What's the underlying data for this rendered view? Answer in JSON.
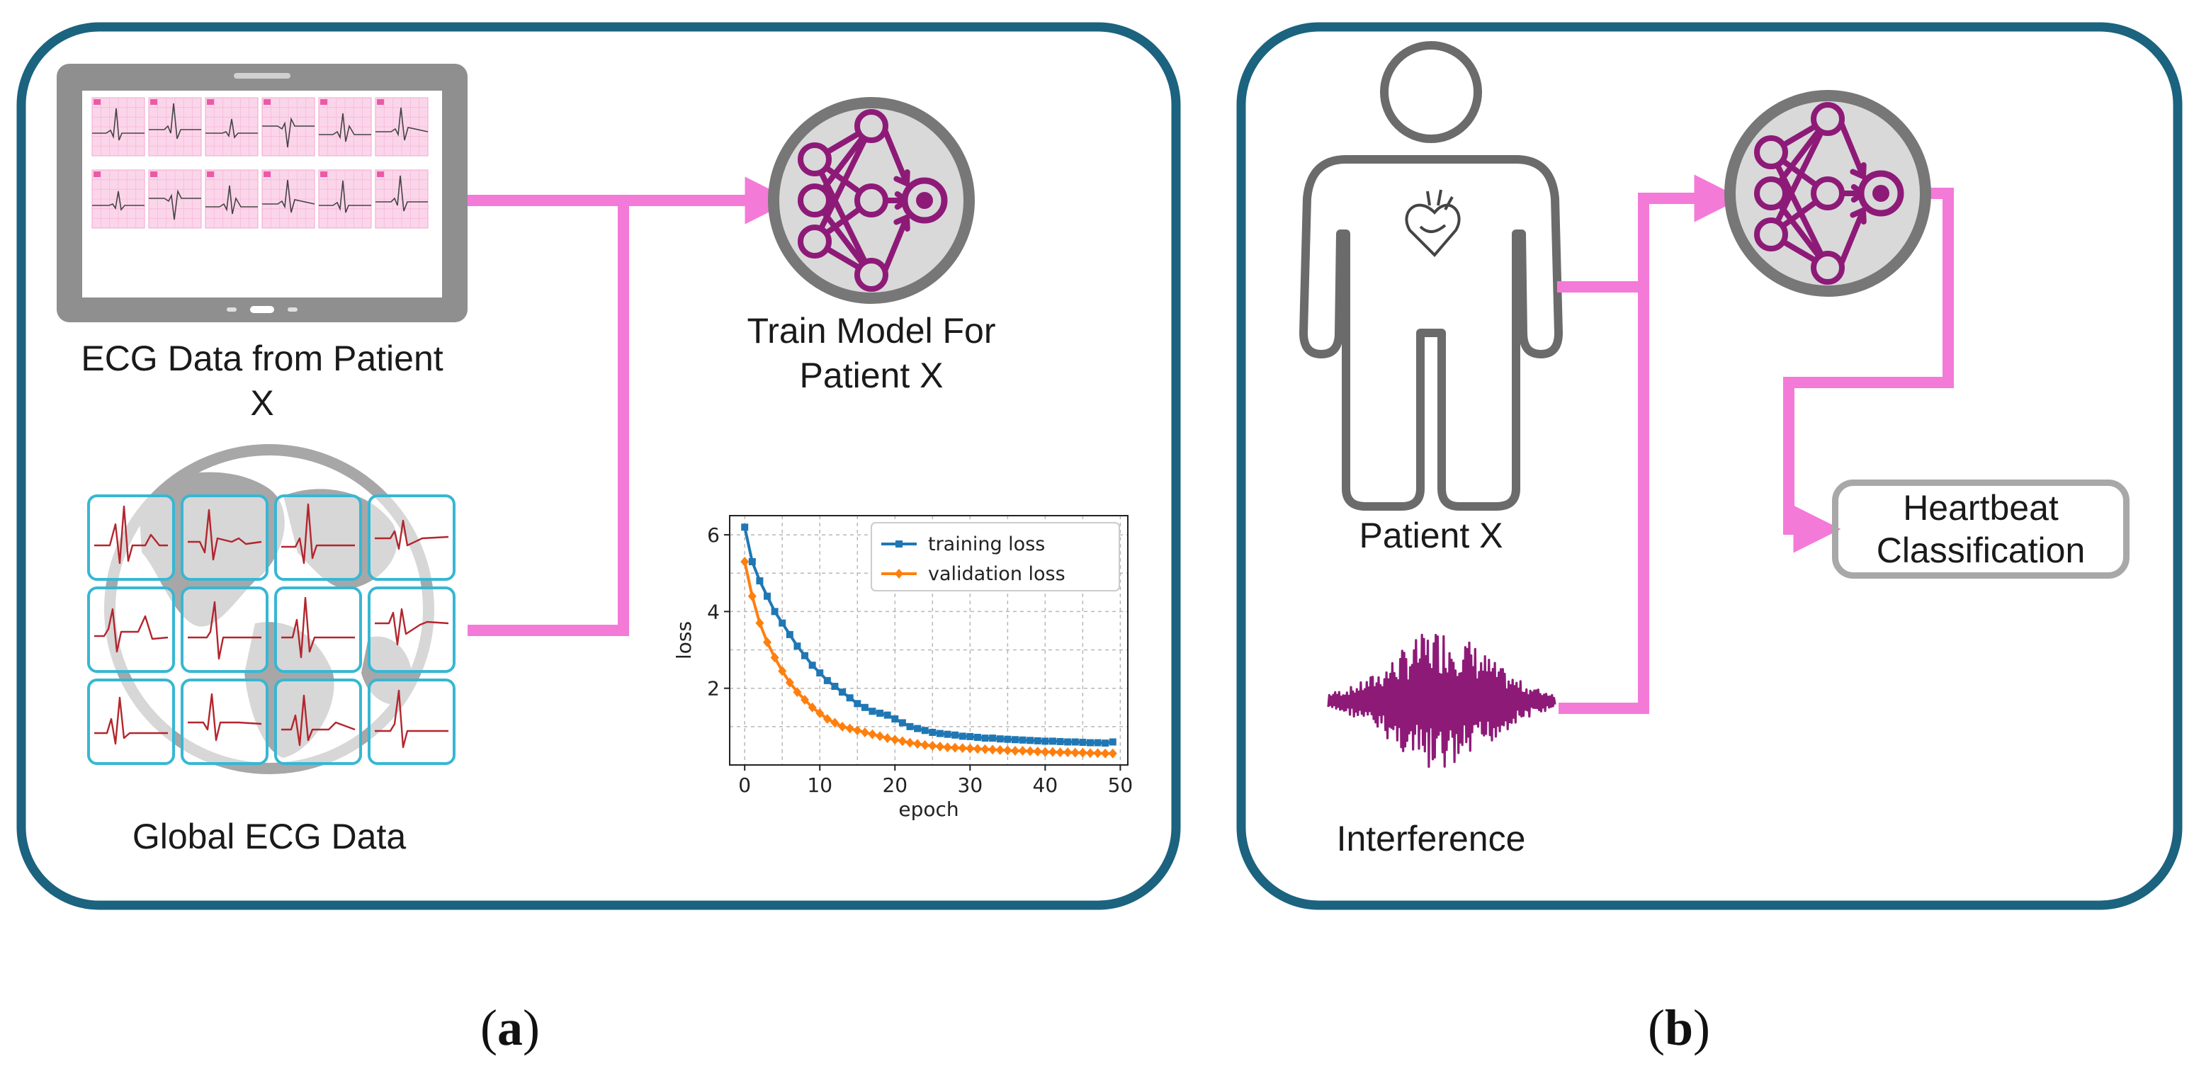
{
  "panel_a": {
    "ecg_patient_label": "ECG Data from Patient X",
    "global_label": "Global ECG Data",
    "train_label": "Train Model For Patient X",
    "caption_open": "(",
    "caption_letter": "a",
    "caption_close": ")"
  },
  "panel_b": {
    "patient_label": "Patient X",
    "interference_label": "Interference",
    "heartbeat_label": "Heartbeat Classification",
    "caption_open": "(",
    "caption_letter": "b",
    "caption_close": ")"
  },
  "icons": [
    "tablet-icon",
    "globe-icon",
    "neural-network-icon",
    "person-icon",
    "heart-icon",
    "waveform-icon"
  ],
  "colors": {
    "panel_border": "#1b637f",
    "arrow": "#f47ad8",
    "nn_icon": "#8e1a78",
    "ecg_trace": "#b3262e",
    "ecg_tile_border": "#37b7d3",
    "globe": "#a7a7a7",
    "training_loss": "#1f77b4",
    "validation_loss": "#ff7f0e"
  },
  "chart_data": {
    "type": "line",
    "xlabel": "epoch",
    "ylabel": "loss",
    "xlim": [
      -2,
      51
    ],
    "ylim": [
      0,
      6.5
    ],
    "xticks": [
      0,
      10,
      20,
      30,
      40,
      50
    ],
    "yticks": [
      2,
      4,
      6
    ],
    "grid": true,
    "legend": "top-right",
    "x": [
      0,
      1,
      2,
      3,
      4,
      5,
      6,
      7,
      8,
      9,
      10,
      11,
      12,
      13,
      14,
      15,
      16,
      17,
      18,
      19,
      20,
      21,
      22,
      23,
      24,
      25,
      26,
      27,
      28,
      29,
      30,
      31,
      32,
      33,
      34,
      35,
      36,
      37,
      38,
      39,
      40,
      41,
      42,
      43,
      44,
      45,
      46,
      47,
      48,
      49
    ],
    "series": [
      {
        "name": "training loss",
        "values": [
          6.2,
          5.3,
          4.8,
          4.4,
          4.0,
          3.7,
          3.4,
          3.1,
          2.85,
          2.6,
          2.4,
          2.2,
          2.05,
          1.9,
          1.75,
          1.6,
          1.5,
          1.4,
          1.35,
          1.3,
          1.2,
          1.1,
          1.0,
          0.95,
          0.9,
          0.85,
          0.82,
          0.8,
          0.78,
          0.75,
          0.74,
          0.72,
          0.7,
          0.7,
          0.68,
          0.67,
          0.66,
          0.65,
          0.64,
          0.63,
          0.62,
          0.62,
          0.61,
          0.6,
          0.6,
          0.59,
          0.58,
          0.58,
          0.57,
          0.6
        ]
      },
      {
        "name": "validation loss",
        "values": [
          5.3,
          4.4,
          3.7,
          3.2,
          2.8,
          2.45,
          2.15,
          1.9,
          1.7,
          1.5,
          1.35,
          1.2,
          1.1,
          1.0,
          0.95,
          0.9,
          0.85,
          0.8,
          0.75,
          0.7,
          0.66,
          0.62,
          0.58,
          0.55,
          0.52,
          0.5,
          0.48,
          0.46,
          0.45,
          0.44,
          0.43,
          0.42,
          0.41,
          0.4,
          0.39,
          0.38,
          0.37,
          0.37,
          0.36,
          0.35,
          0.34,
          0.34,
          0.33,
          0.33,
          0.32,
          0.32,
          0.31,
          0.31,
          0.3,
          0.3
        ]
      }
    ]
  }
}
